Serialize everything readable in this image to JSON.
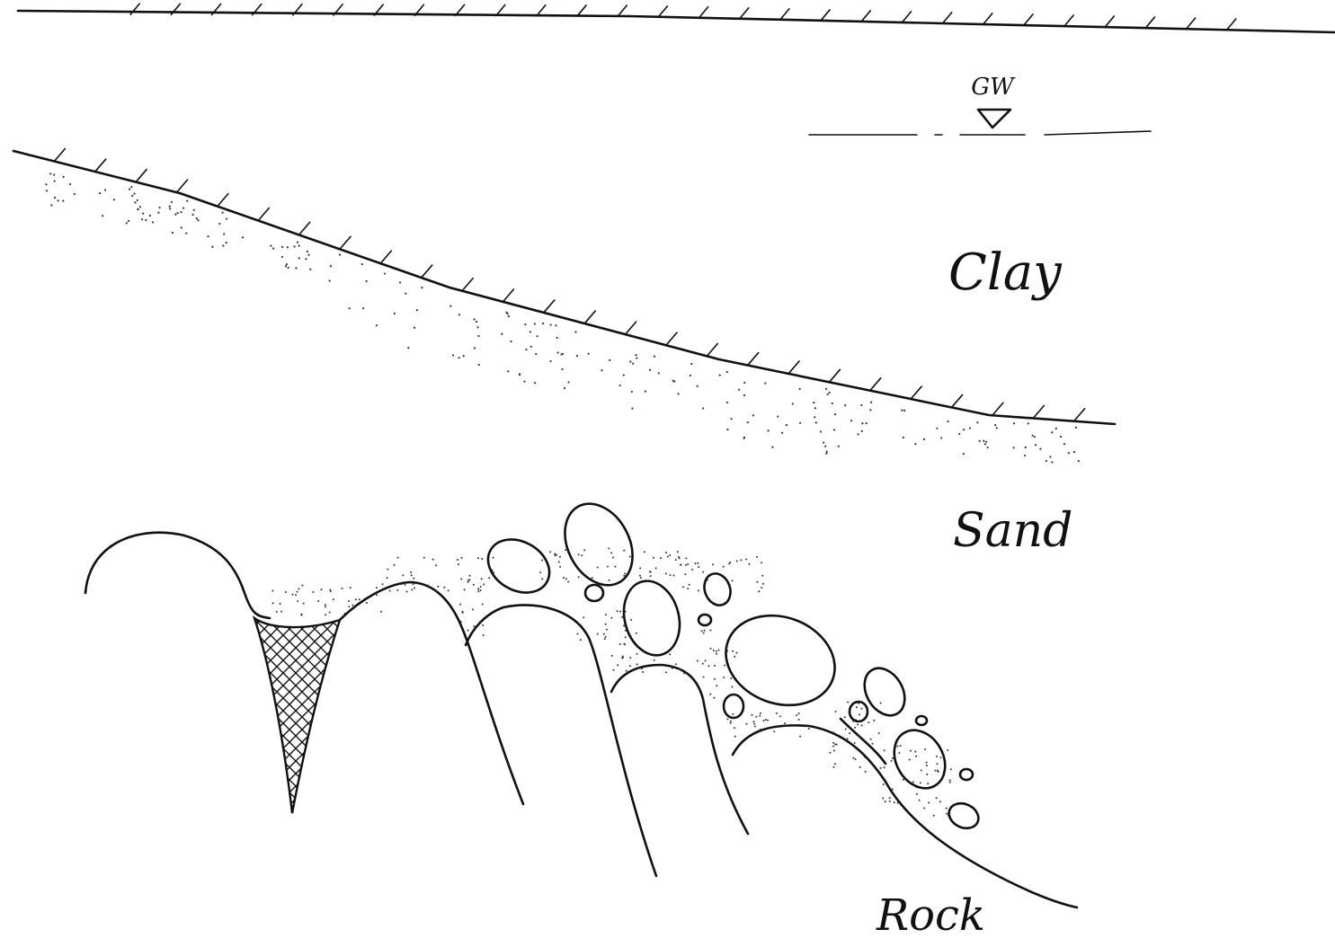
{
  "labels": {
    "groundwater": "GW",
    "clay": "Clay",
    "sand": "Sand",
    "rock": "Rock"
  },
  "colors": {
    "ink": "#111111",
    "background": "#ffffff"
  }
}
